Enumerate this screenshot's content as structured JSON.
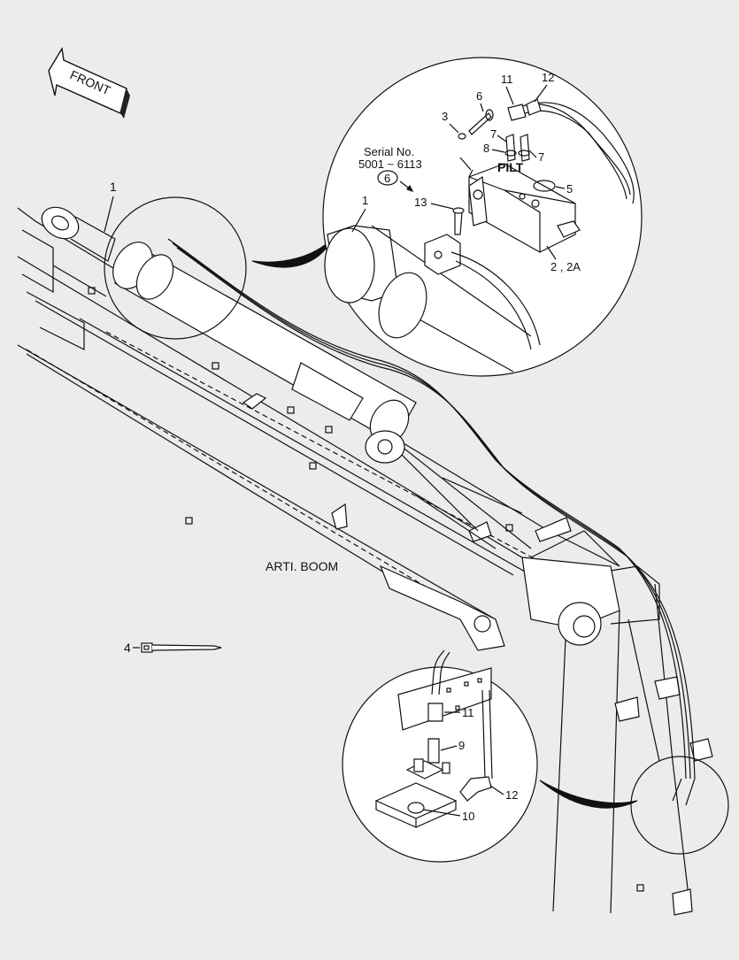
{
  "front_arrow": {
    "label": "FRONT"
  },
  "boom_label": "ARTI. BOOM",
  "serial": {
    "title": "Serial No.",
    "range": "5001 ~ 6113",
    "circled": "6"
  },
  "pilt_label": "PILT",
  "callouts_main": {
    "c1": "1",
    "c4": "4"
  },
  "callouts_top": {
    "c1": "1",
    "c3": "3",
    "c5": "5",
    "c6": "6",
    "c7a": "7",
    "c7b": "7",
    "c8": "8",
    "c11": "11",
    "c12": "12",
    "c13": "13",
    "c2": "2 , 2A"
  },
  "callouts_bottom": {
    "c9": "9",
    "c10": "10",
    "c11": "11",
    "c12": "12"
  },
  "colors": {
    "line": "#111111",
    "fill": "#ffffff",
    "background": "#ececec"
  }
}
